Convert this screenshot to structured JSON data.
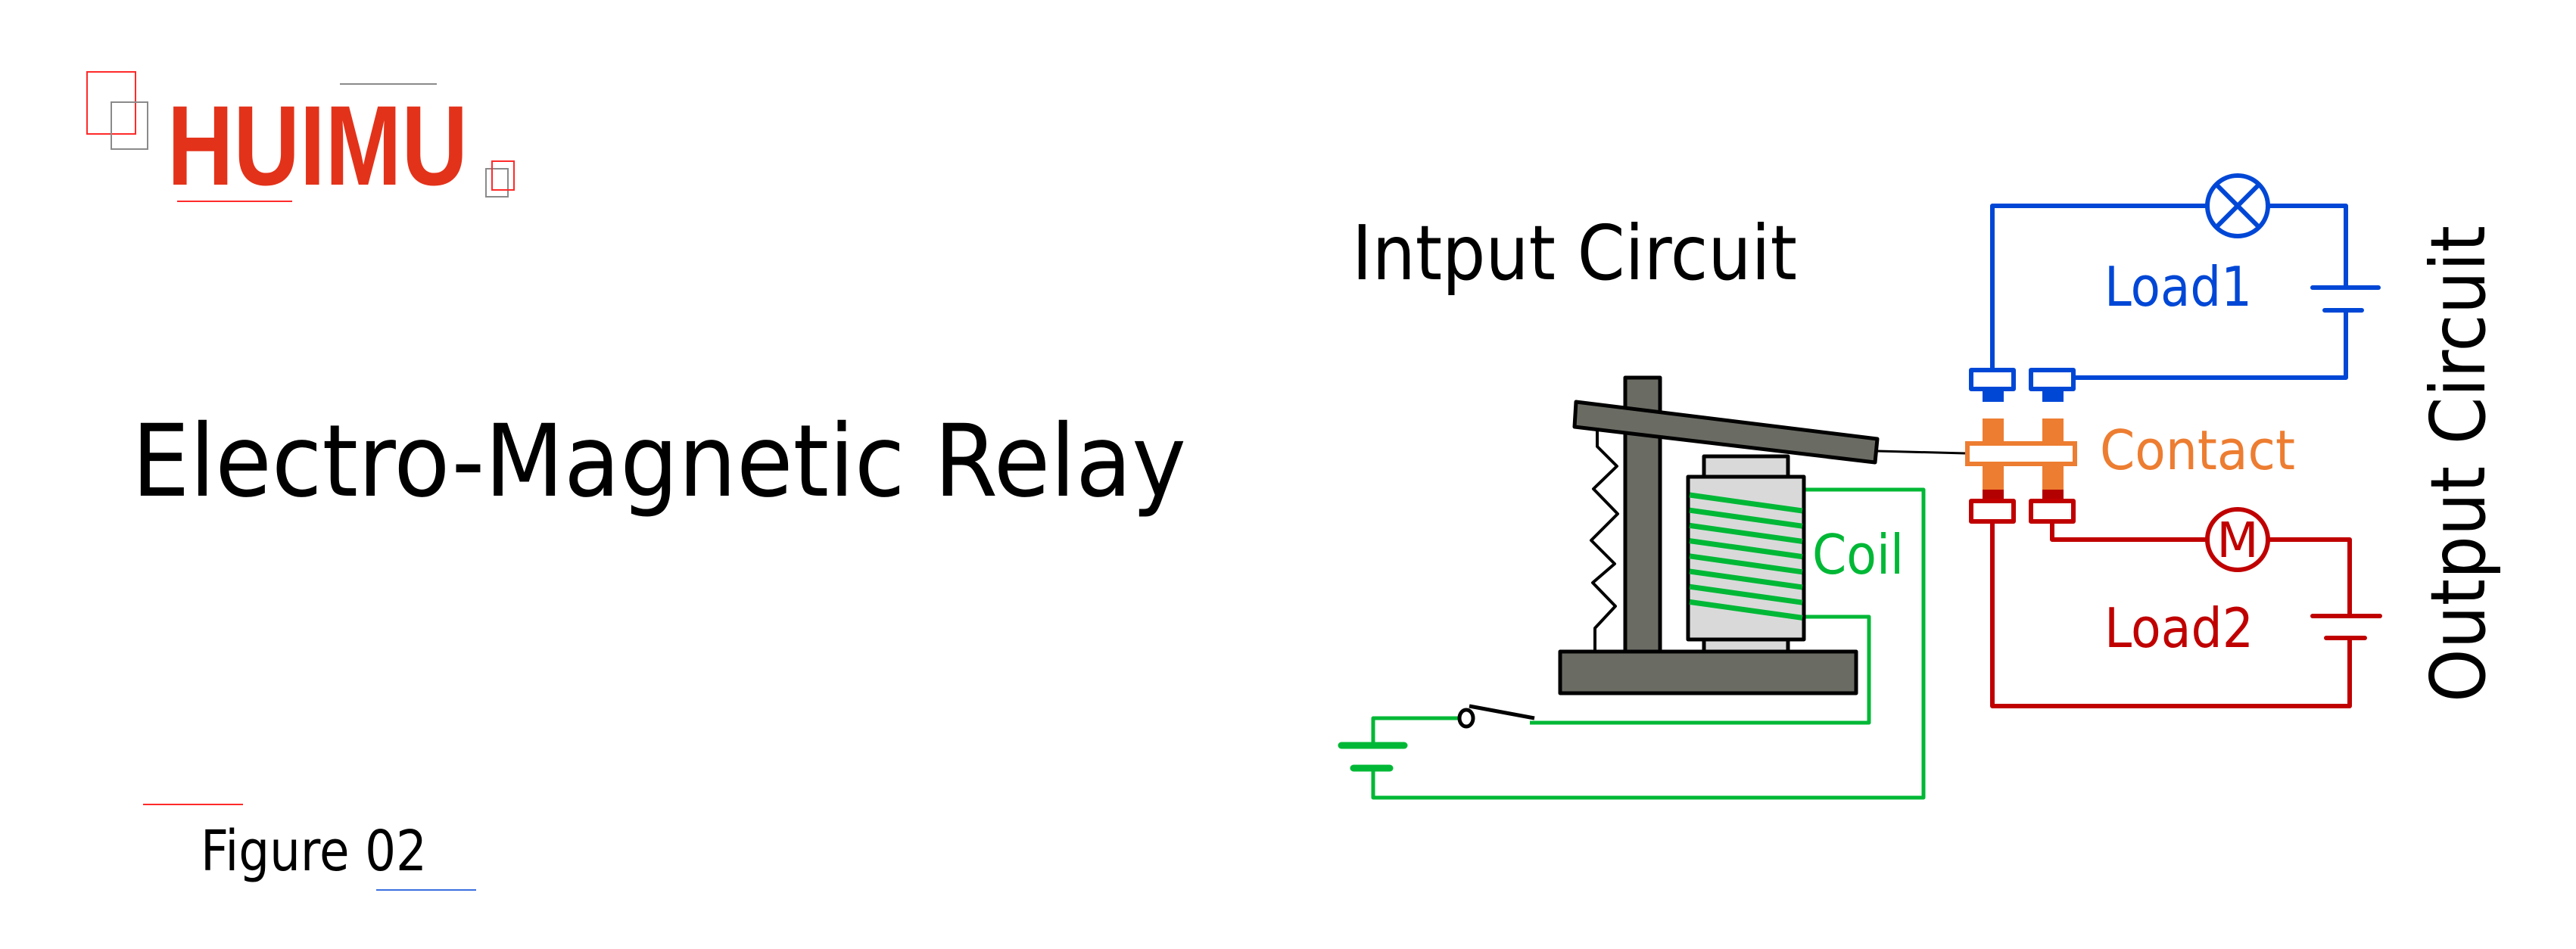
{
  "logo": {
    "text": "HUIMU"
  },
  "title": "Electro-Magnetic Relay",
  "figure_label": "Figure 02",
  "diagram": {
    "input_circuit_label": "Intput Circuit",
    "output_circuit_label": "Output Circuit",
    "coil_label": "Coil",
    "contact_label": "Contact",
    "load1_label": "Load1",
    "load2_label": "Load2",
    "motor_symbol": "M"
  },
  "colors": {
    "brand_red": "#e3321a",
    "input_green": "#00b836",
    "load1_blue": "#0047d6",
    "load2_red": "#c00000",
    "contact_orange": "#ed7d31",
    "iron_gray": "#6a6b63",
    "coil_gray": "#d9d9d9"
  }
}
